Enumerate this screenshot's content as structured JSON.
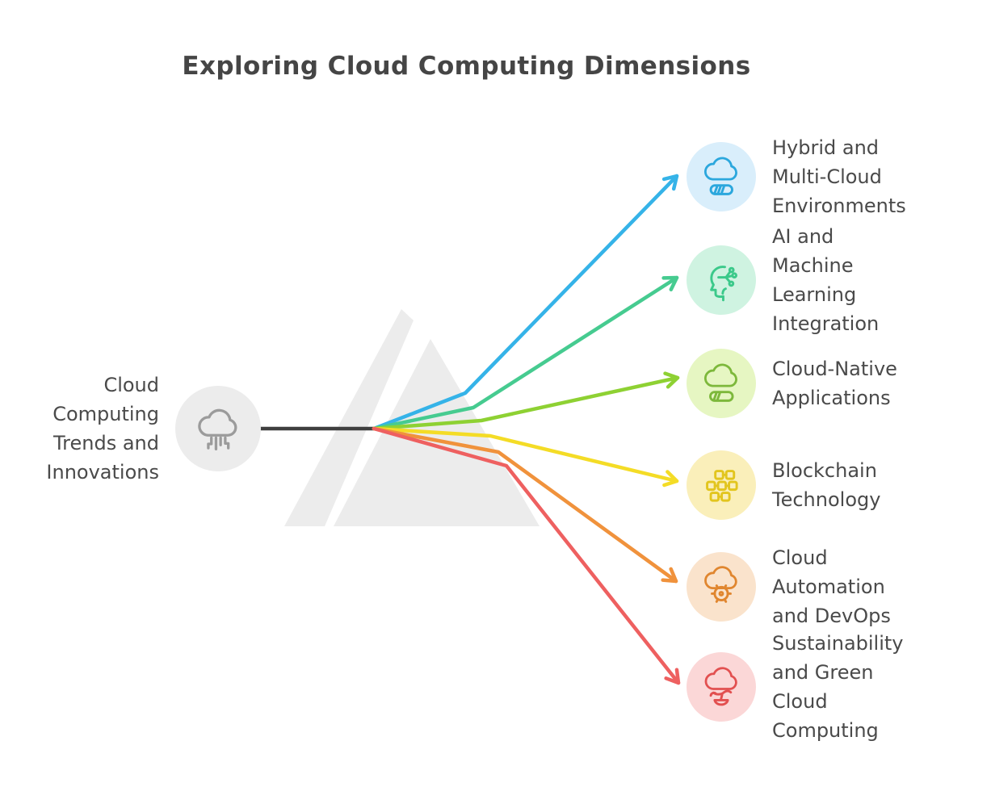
{
  "title": "Exploring Cloud Computing Dimensions",
  "palette": {
    "background": "#ffffff",
    "prism": "#ececec",
    "stem": "#3f3f3f",
    "text": "#4a4a4a",
    "title_text": "#454545"
  },
  "root": {
    "label": "Cloud\nComputing\nTrends and\nInnovations",
    "icon": "cloud-circuit-icon",
    "circle_fill": "#ececec",
    "icon_color": "#9b9b9b"
  },
  "branches": [
    {
      "label": "Hybrid and\nMulti-Cloud\nEnvironments",
      "icon": "cloud-progress-icon",
      "line_color": "#35b3e8",
      "icon_color": "#2ba7dd",
      "circle_fill": "#d9eefb"
    },
    {
      "label": "AI and\nMachine\nLearning\nIntegration",
      "icon": "ai-head-circuit-icon",
      "line_color": "#46cb90",
      "icon_color": "#3bc98a",
      "circle_fill": "#cff3e1"
    },
    {
      "label": "Cloud-Native\nApplications",
      "icon": "cloud-bar-icon",
      "line_color": "#8ed133",
      "icon_color": "#7db83b",
      "circle_fill": "#e6f6c2"
    },
    {
      "label": "Blockchain\nTechnology",
      "icon": "blockchain-blocks-icon",
      "line_color": "#f4dc26",
      "icon_color": "#e2c51e",
      "circle_fill": "#faefba"
    },
    {
      "label": "Cloud\nAutomation\nand DevOps",
      "icon": "cloud-gear-icon",
      "line_color": "#f0923c",
      "icon_color": "#e0862f",
      "circle_fill": "#fae3cc"
    },
    {
      "label": "Sustainability\nand Green\nCloud\nComputing",
      "icon": "cloud-tree-icon",
      "line_color": "#ee6060",
      "icon_color": "#e25050",
      "circle_fill": "#fbd7d7"
    }
  ]
}
